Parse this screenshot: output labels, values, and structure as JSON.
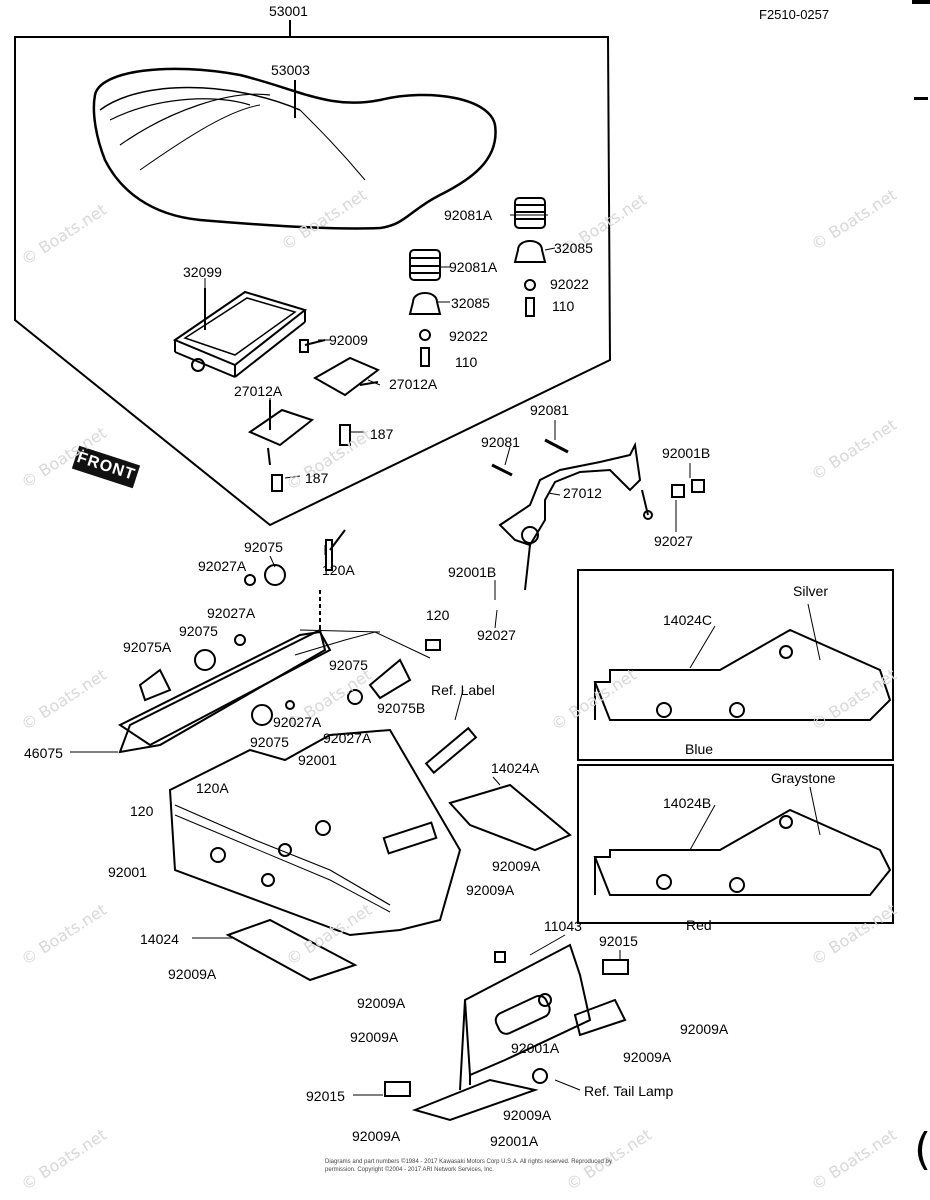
{
  "drawing_code": "F2510-0257",
  "front_badge": "FRONT",
  "watermark": "© Boats.net",
  "copyright": "Diagrams and part numbers ©1984 - 2017 Kawasaki Motors Corp U.S.A. All rights reserved. Reproduced by permission. Copyright ©2004 - 2017 ARI Network Services, Inc.",
  "labels": {
    "p53001": "53001",
    "p53003": "53003",
    "p32099": "32099",
    "p92009_tray": "92009",
    "p92081A_1": "92081A",
    "p92081A_2": "92081A",
    "p32085_1": "32085",
    "p32085_2": "32085",
    "p92022_1": "92022",
    "p92022_2": "92022",
    "p110_1": "110",
    "p110_2": "110",
    "p27012A_1": "27012A",
    "p27012A_2": "27012A",
    "p187_1": "187",
    "p187_2": "187",
    "p92081_1": "92081",
    "p92081_2": "92081",
    "p92001B_1": "92001B",
    "p27012": "27012",
    "p92027_1": "92027",
    "p92001B_2": "92001B",
    "p92027_2": "92027",
    "p92075_top": "92075",
    "p92027A_1": "92027A",
    "p120A_1": "120A",
    "p92027A_2": "92027A",
    "p92075_2": "92075",
    "p92075A_1": "92075A",
    "p120": "120",
    "p92075_3": "92075",
    "p92075B": "92075B",
    "p92027A_3": "92027A",
    "p92027A_4": "92027A",
    "p92075_4": "92075",
    "p92001_1": "92001",
    "p46075": "46075",
    "p120_2": "120",
    "p120A_2": "120A",
    "p92001_2": "92001",
    "pRefLabel": "Ref. Label",
    "p14024A": "14024A",
    "p92009A_1": "92009A",
    "p92009A_2": "92009A",
    "p14024": "14024",
    "p92009A_3": "92009A",
    "p92009A_4": "92009A",
    "p92009A_5": "92009A",
    "p11043": "11043",
    "p92015_1": "92015",
    "p92009A_6": "92009A",
    "p92001A_1": "92001A",
    "p92009A_7": "92009A",
    "pRefTail": "Ref. Tail Lamp",
    "p92015_2": "92015",
    "p92009A_8": "92009A",
    "p92009A_9": "92009A",
    "p92001A_2": "92001A"
  },
  "inset_silver": {
    "part": "14024C",
    "color_top": "Silver",
    "color_bottom": "Blue"
  },
  "inset_graystone": {
    "part": "14024B",
    "color_top": "Graystone",
    "color_bottom": "Red"
  }
}
